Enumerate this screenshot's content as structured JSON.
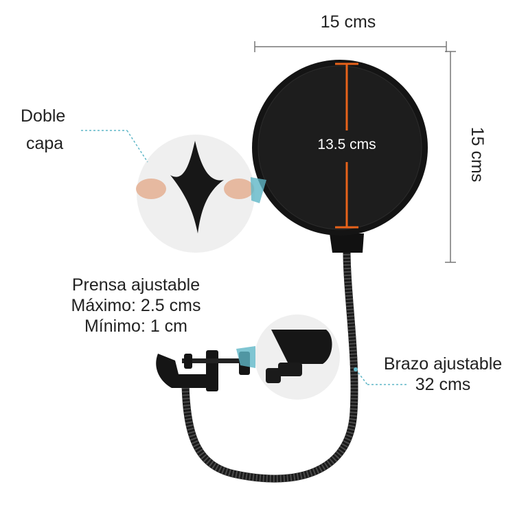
{
  "labels": {
    "width": "15 cms",
    "height": "15 cms",
    "inner_diameter": "13.5 cms",
    "double_layer": [
      "Doble",
      "capa"
    ],
    "clamp": [
      "Prensa ajustable",
      "Máximo: 2.5 cms",
      "Mínimo: 1 cm"
    ],
    "arm": [
      "Brazo ajustable",
      "32 cms"
    ]
  },
  "colors": {
    "filter": "#141414",
    "accent": "#e8621a",
    "leader": "#5fb6c7",
    "dimension_line": "#777777"
  }
}
